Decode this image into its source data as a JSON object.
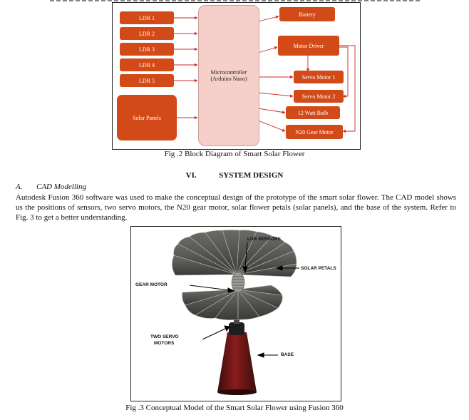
{
  "diagram": {
    "ldrs": [
      "LDR 1",
      "LDR 2",
      "LDR 3",
      "LDR 4",
      "LDR 5"
    ],
    "solar": "Solar Panels",
    "mcu_line1": "Microcontroller",
    "mcu_line2": "(Arduino Nano)",
    "battery": "Battery",
    "motor_driver": "Motor Driver",
    "servo1": "Servo Motor 1",
    "servo2": "Servo Motor 2",
    "bulb": "12 Watt Bulb",
    "gear_motor": "N20 Gear Motor",
    "colors": {
      "box": "#d14a17",
      "mcu": "#f6cfcb",
      "line": "#cc2a2a"
    }
  },
  "fig2_caption": "Fig .2 Block Diagram of Smart Solar Flower",
  "section": {
    "number": "VI.",
    "title": "SYSTEM DESIGN"
  },
  "subsection": {
    "letter": "A.",
    "title": "CAD Modelling"
  },
  "paragraph": "Autodesk Fusion 360 software was used to make the conceptual design of the prototype of the smart solar flower. The CAD model shows us the positions of sensors, two servo motors, the N20 gear motor, solar flower petals (solar panels), and the base of the system. Refer to Fig. 3 to get a better understanding.",
  "figure3": {
    "labels": {
      "ldr": "LDR SENSORS",
      "petals": "SOLAR PETALS",
      "gear": "GEAR MOTOR",
      "servo_line1": "TWO SERVO",
      "servo_line2": "MOTORS",
      "base": "BASE"
    }
  },
  "fig3_caption": "Fig .3 Conceptual Model of the Smart Solar Flower using Fusion 360"
}
